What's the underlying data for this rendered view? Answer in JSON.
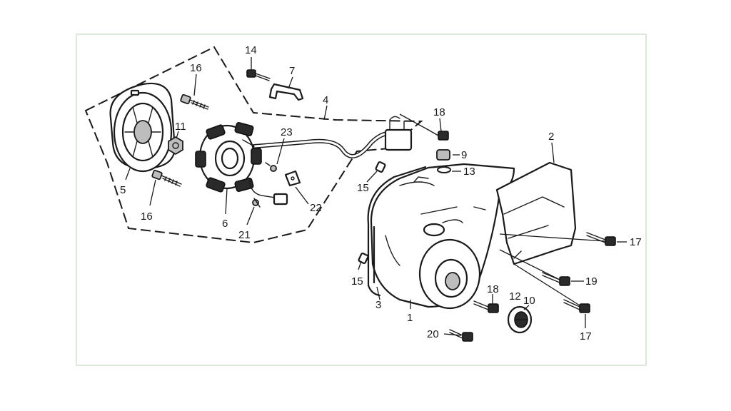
{
  "diagram": {
    "callouts": {
      "c1": "1",
      "c2": "2",
      "c3": "3",
      "c4": "4",
      "c5": "5",
      "c6": "6",
      "c7": "7",
      "c9": "9",
      "c10": "10",
      "c11": "11",
      "c12": "12",
      "c13": "13",
      "c14": "14",
      "c15a": "15",
      "c15b": "15",
      "c16a": "16",
      "c16b": "16",
      "c17a": "17",
      "c17b": "17",
      "c18a": "18",
      "c18b": "18",
      "c19": "19",
      "c20": "20",
      "c21": "21",
      "c22": "22",
      "c23": "23"
    }
  }
}
